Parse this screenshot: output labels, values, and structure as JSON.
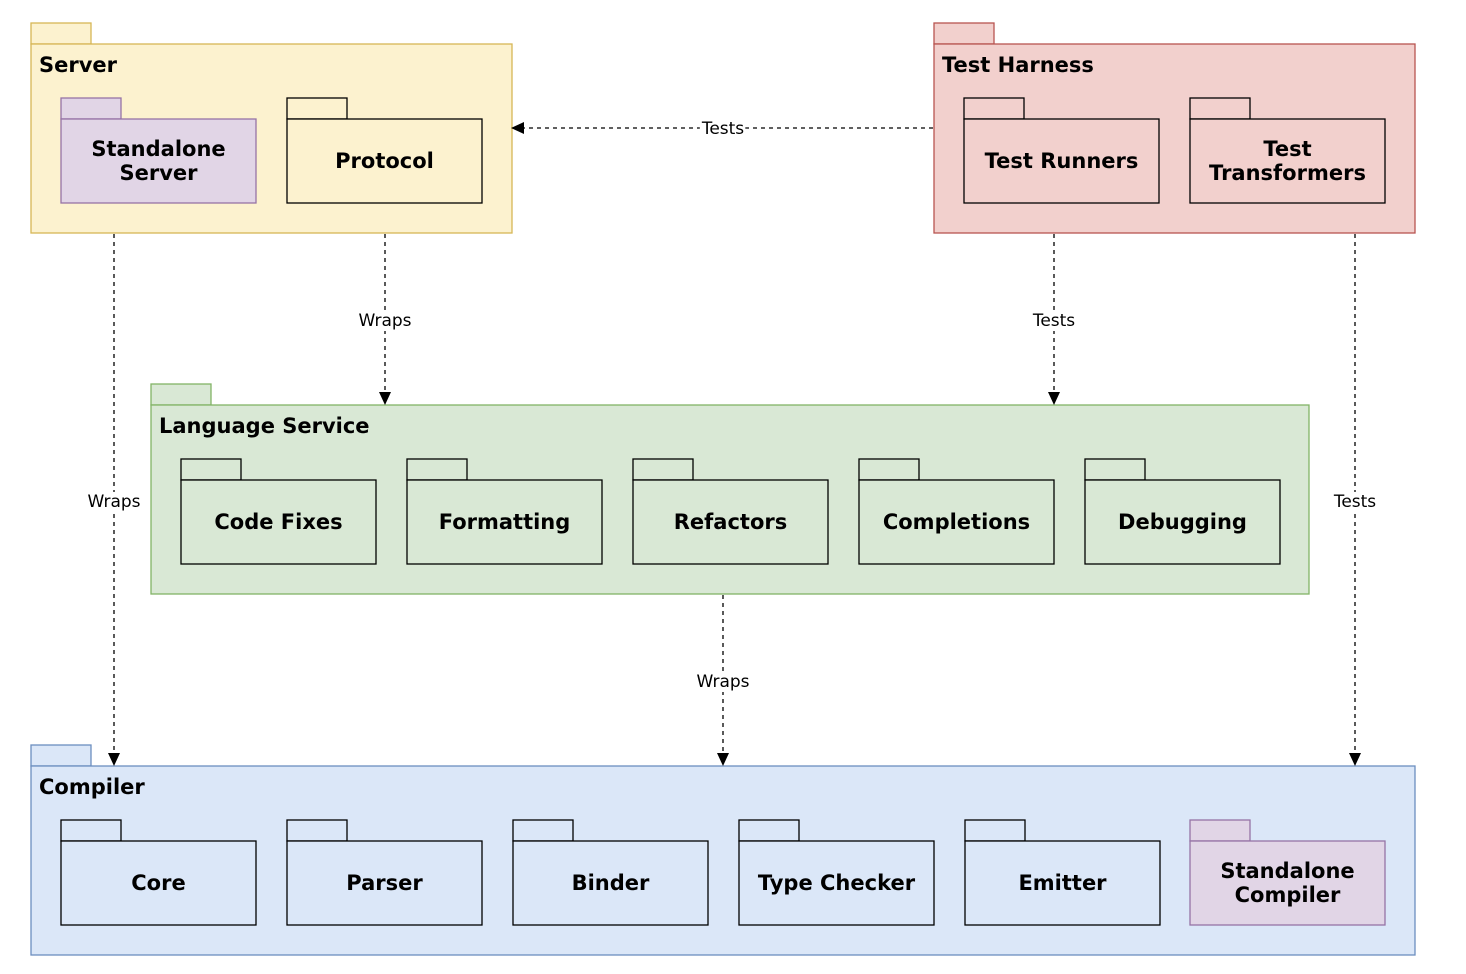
{
  "colors": {
    "server_fill": "#fcf2cf",
    "server_stroke": "#d6b656",
    "test_fill": "#f2d0cd",
    "test_stroke": "#b85450",
    "language_fill": "#d9e8d5",
    "language_stroke": "#82b366",
    "compiler_fill": "#dbe7f8",
    "compiler_stroke": "#6c8ebf",
    "standalone_fill": "#e1d5e6",
    "standalone_stroke": "#9673a6"
  },
  "packages": {
    "server": {
      "title": "Server",
      "items": [
        {
          "lines": [
            "Standalone",
            "Server"
          ],
          "style": "standalone"
        },
        {
          "lines": [
            "Protocol"
          ],
          "style": "server"
        }
      ]
    },
    "test_harness": {
      "title": "Test Harness",
      "items": [
        {
          "lines": [
            "Test Runners"
          ],
          "style": "test"
        },
        {
          "lines": [
            "Test",
            "Transformers"
          ],
          "style": "test"
        }
      ]
    },
    "language_service": {
      "title": "Language Service",
      "items": [
        {
          "lines": [
            "Code Fixes"
          ],
          "style": "language"
        },
        {
          "lines": [
            "Formatting"
          ],
          "style": "language"
        },
        {
          "lines": [
            "Refactors"
          ],
          "style": "language"
        },
        {
          "lines": [
            "Completions"
          ],
          "style": "language"
        },
        {
          "lines": [
            "Debugging"
          ],
          "style": "language"
        }
      ]
    },
    "compiler": {
      "title": "Compiler",
      "items": [
        {
          "lines": [
            "Core"
          ],
          "style": "compiler"
        },
        {
          "lines": [
            "Parser"
          ],
          "style": "compiler"
        },
        {
          "lines": [
            "Binder"
          ],
          "style": "compiler"
        },
        {
          "lines": [
            "Type Checker"
          ],
          "style": "compiler"
        },
        {
          "lines": [
            "Emitter"
          ],
          "style": "compiler"
        },
        {
          "lines": [
            "Standalone",
            "Compiler"
          ],
          "style": "standalone"
        }
      ]
    }
  },
  "edges": [
    {
      "from": "Test Harness",
      "to": "Server",
      "label": "Tests"
    },
    {
      "from": "Protocol",
      "to": "Language Service",
      "label": "Wraps"
    },
    {
      "from": "Test Runners",
      "to": "Language Service",
      "label": "Tests"
    },
    {
      "from": "Server",
      "to": "Compiler",
      "label": "Wraps"
    },
    {
      "from": "Test Harness",
      "to": "Compiler",
      "label": "Tests"
    },
    {
      "from": "Language Service",
      "to": "Compiler",
      "label": "Wraps"
    }
  ]
}
